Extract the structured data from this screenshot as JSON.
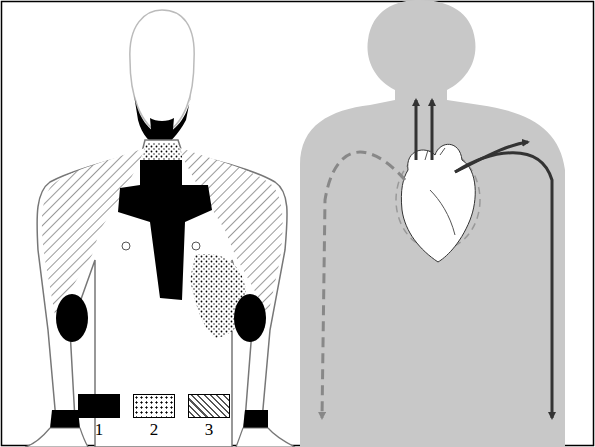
{
  "diagram": {
    "legend": [
      {
        "text": "1",
        "color": "#000000"
      },
      {
        "text": "2"
      },
      {
        "text": "3"
      }
    ]
  }
}
